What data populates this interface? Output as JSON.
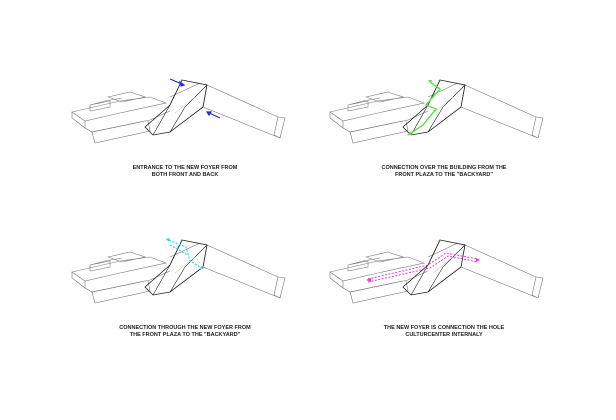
{
  "panels": [
    {
      "caption_line1": "ENTRANCE TO THE NEW FOYER  FROM",
      "caption_line2": "BOTH FRONT AND BACK",
      "arrow_color": "#2b2bd6"
    },
    {
      "caption_line1": "CONNECTION OVER THE BUILDING FROM THE",
      "caption_line2": "FRONT PLAZA TO THE \"BACKYARD\"",
      "arrow_color": "#5ee04a"
    },
    {
      "caption_line1": "CONNECTION THROUGH THE NEW FOYER FROM",
      "caption_line2": "THE FRONT PLAZA TO THE \"BACKYARD\"",
      "arrow_color": "#3fd6e8"
    },
    {
      "caption_line1": "THE NEW FOYER IS CONNECTION THE HOLE",
      "caption_line2": "CULTURCENTER INTERNALY",
      "arrow_color": "#e040d0"
    }
  ]
}
